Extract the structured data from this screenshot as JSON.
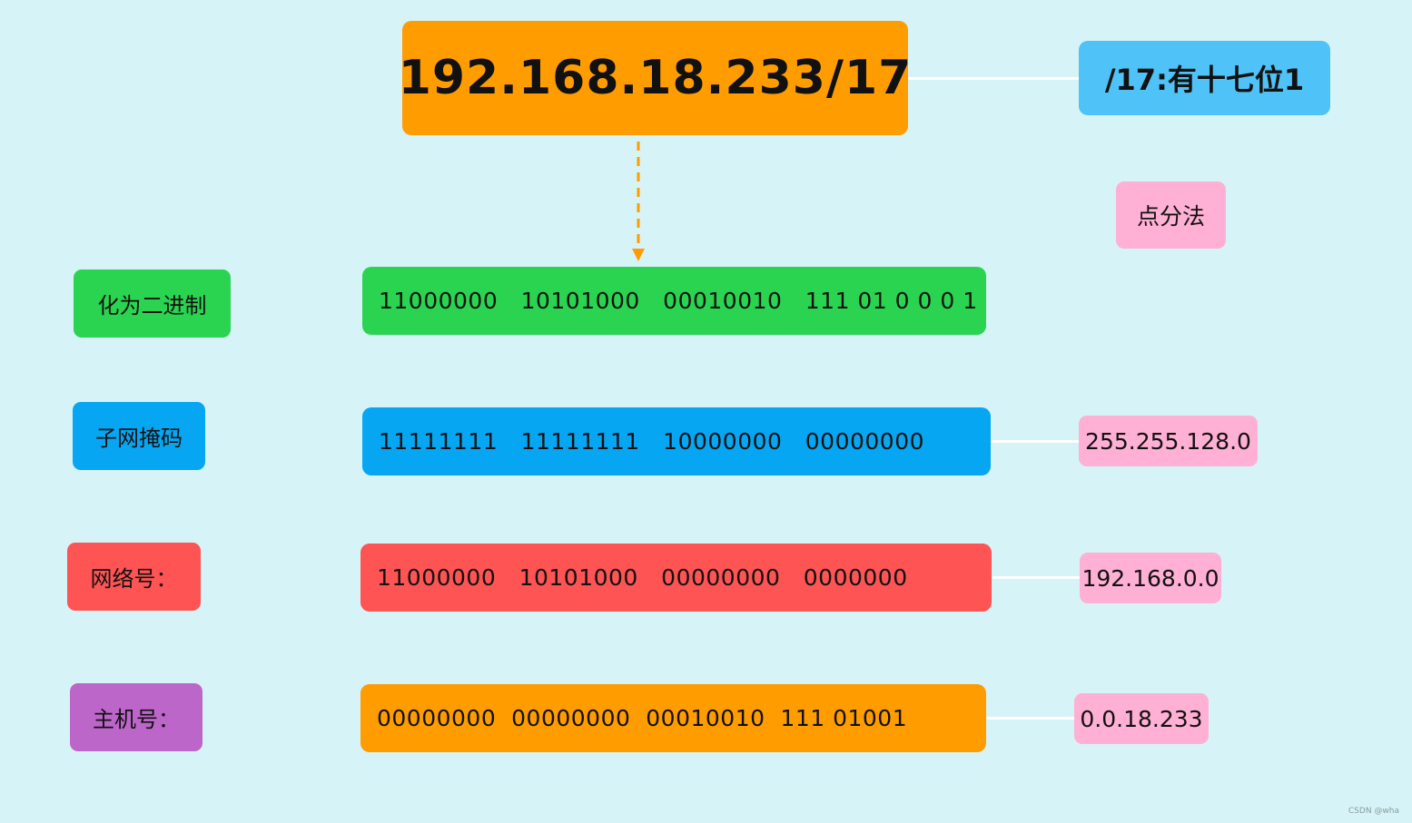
{
  "title": "192.168.18.233/17",
  "prefix_note": "/17:有十七位1",
  "dotted_note": "点分法",
  "rows": [
    {
      "label": "化为二进制",
      "bits": "11000000   10101000   00010010   111 01 0 0 0 1",
      "result": ""
    },
    {
      "label": "子网掩码",
      "bits": "11111111   11111111   10000000   00000000",
      "result": "255.255.128.0"
    },
    {
      "label": "网络号：",
      "bits": "11000000   10101000   00000000   0000000",
      "result": "192.168.0.0"
    },
    {
      "label": "主机号：",
      "bits": "00000000  00000000  00010010  111 01001",
      "result": "0.0.18.233"
    }
  ],
  "watermark": "CSDN @wha",
  "colors": {
    "background": "#d6f4f7",
    "orange": "#ff9c00",
    "green": "#2bd450",
    "blue": "#06a6f2",
    "red": "#ff5454",
    "purple": "#bd66c9",
    "pink": "#ffb0d4",
    "light_blue": "#4fc3f7"
  }
}
